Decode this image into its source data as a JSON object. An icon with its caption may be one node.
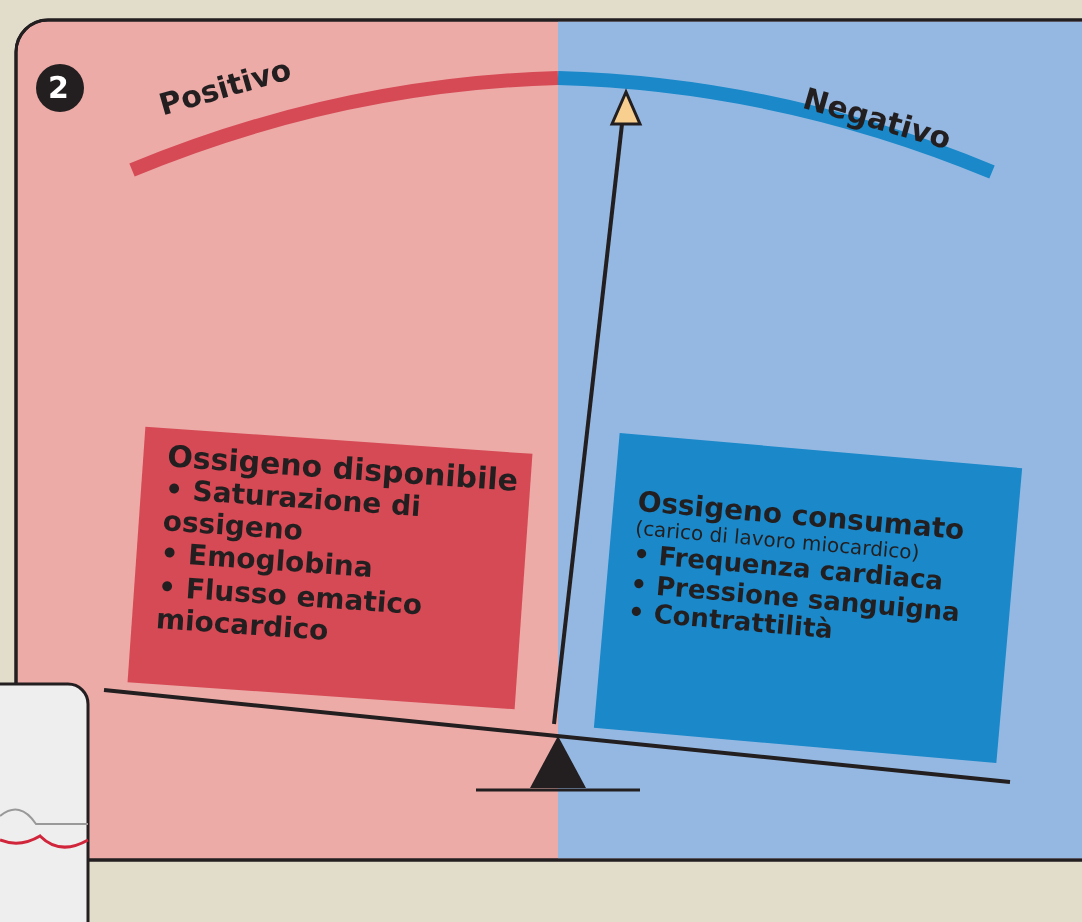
{
  "diagram": {
    "nodes": [
      {
        "text": [
          "Ossigeno disponibile",
          "• Saturazione di ossigeno",
          "• Emoglobina",
          "• Flusso ematico miocardico"
        ]
      },
      {
        "text": [
          "Ossigeno consumato",
          "(carico di lavoro miocardico)",
          "• Frequenza cardiaca",
          "• Pressione sanguigna",
          "• Contrattilità"
        ]
      }
    ],
    "labels": [
      "2",
      "Positivo",
      "Negativo"
    ]
  }
}
